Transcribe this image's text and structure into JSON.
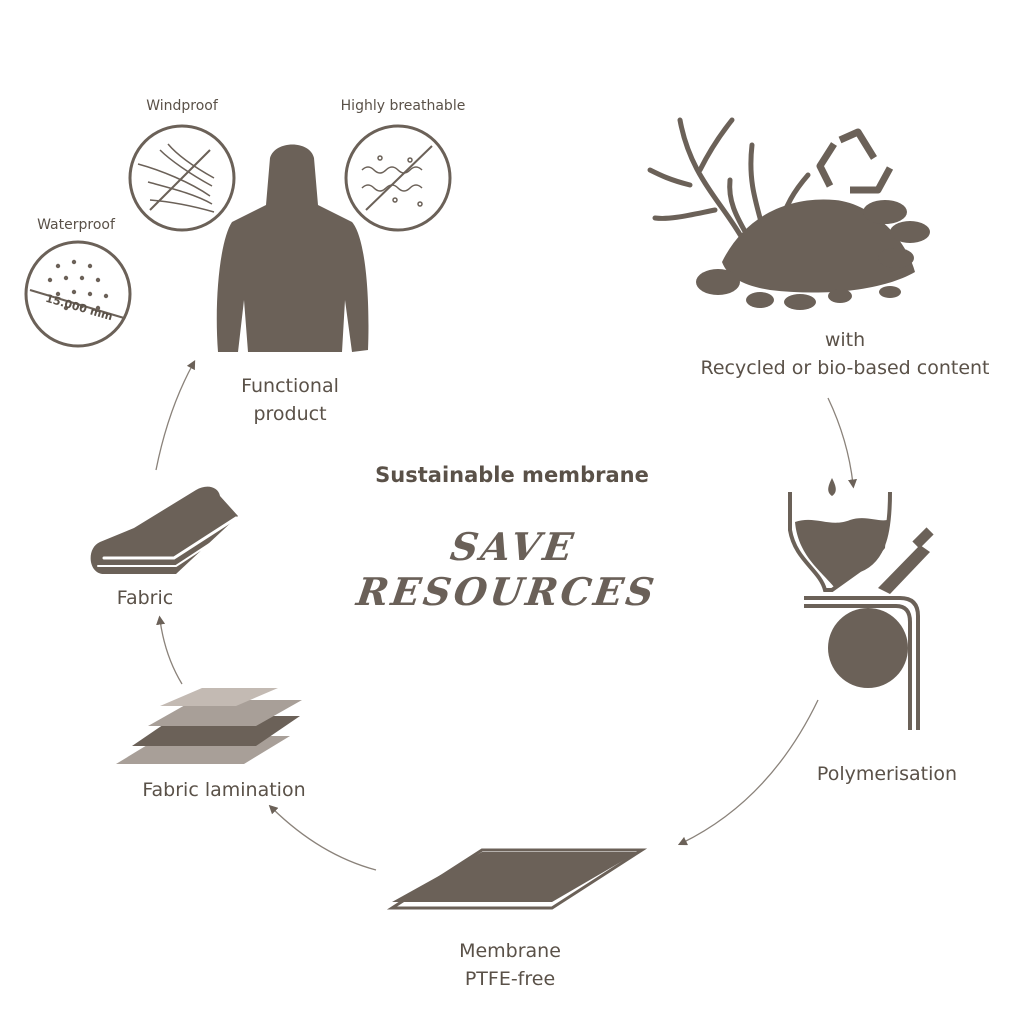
{
  "center": {
    "title": "Sustainable membrane",
    "tagline": "SAVE RESOURCES"
  },
  "stages": {
    "raw_material": {
      "line1": "with",
      "line2": "Recycled or bio-based content"
    },
    "polymerisation": {
      "label": "Polymerisation"
    },
    "membrane": {
      "line1": "Membrane",
      "line2": "PTFE-free"
    },
    "lamination": {
      "label": "Fabric lamination"
    },
    "fabric": {
      "label": "Fabric"
    },
    "product": {
      "line1": "Functional",
      "line2": "product"
    }
  },
  "features": {
    "windproof": "Windproof",
    "breathable": "Highly breathable",
    "waterproof": "Waterproof",
    "water_column": "15.000 mm"
  },
  "icons": [
    "recycle-icon",
    "coffee-bean-icon",
    "plant-icon",
    "funnel-icon",
    "roller-icon",
    "membrane-sheet-icon",
    "layers-icon",
    "folded-fabric-icon",
    "jacket-icon",
    "wind-icon",
    "breathable-icon",
    "rain-icon"
  ],
  "colors": {
    "ink": "#5a5148",
    "icon": "#6b6158",
    "light_layer": "#a89f98",
    "arrow": "#8a827a"
  }
}
